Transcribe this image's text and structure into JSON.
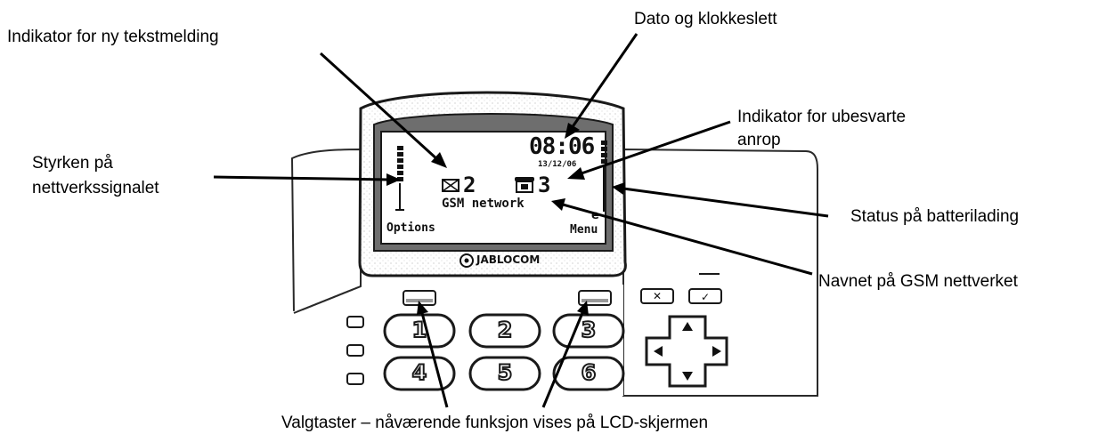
{
  "labels": {
    "sms_indicator": "Indikator for ny tekstmelding",
    "date_time": "Dato og klokkeslett",
    "missed_calls_line1": "Indikator for ubesvarte",
    "missed_calls_line2": "anrop",
    "signal_line1": "Styrken på",
    "signal_line2": "nettverkssignalet",
    "battery": "Status på batterilading",
    "network_name": "Navnet på GSM nettverket",
    "soft_keys": "Valgtaster – nåværende funksjon vises på LCD-skjermen"
  },
  "lcd": {
    "time": "08:06",
    "date": "13/12/06",
    "sms_count": "2",
    "missed_calls_count": "3",
    "network": "GSM network",
    "left_soft": "Options",
    "right_soft": "Menu"
  },
  "brand": "JABLOCOM",
  "keys": [
    "1",
    "2",
    "3",
    "4",
    "5",
    "6"
  ],
  "colors": {
    "ink": "#000000",
    "device_outline": "#1a1a1a",
    "device_shade": "#9a9a9a"
  }
}
